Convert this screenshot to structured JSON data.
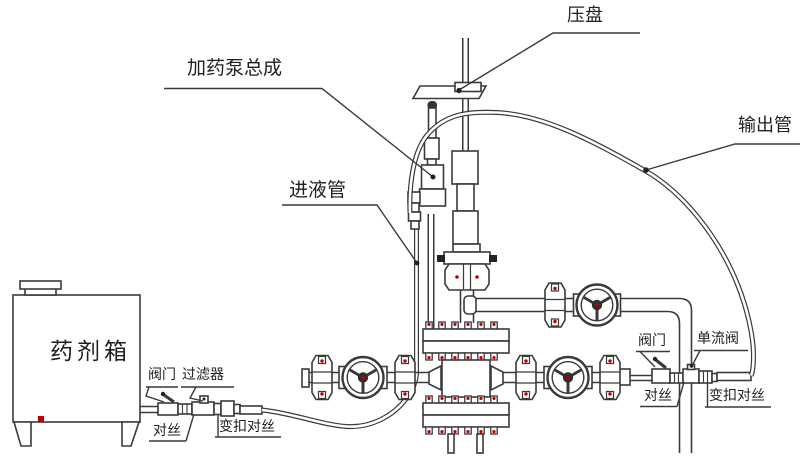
{
  "labels": {
    "pressure_plate": "压盘",
    "pump_assembly": "加药泵总成",
    "inlet_pipe": "进液管",
    "output_pipe": "输出管",
    "chemical_tank": "药剂箱",
    "tank_valve": "阀门",
    "filter": "过滤器",
    "tank_nipple": "对丝",
    "tank_reducing_nipple": "变扣对丝",
    "line_valve": "阀门",
    "check_valve": "单流阀",
    "line_nipple": "对丝",
    "line_reducing_nipple": "变扣对丝"
  },
  "colors": {
    "line": "#3a3a3a",
    "bolt_red": "#c00000",
    "lever_black": "#222222",
    "background": "#ffffff"
  }
}
